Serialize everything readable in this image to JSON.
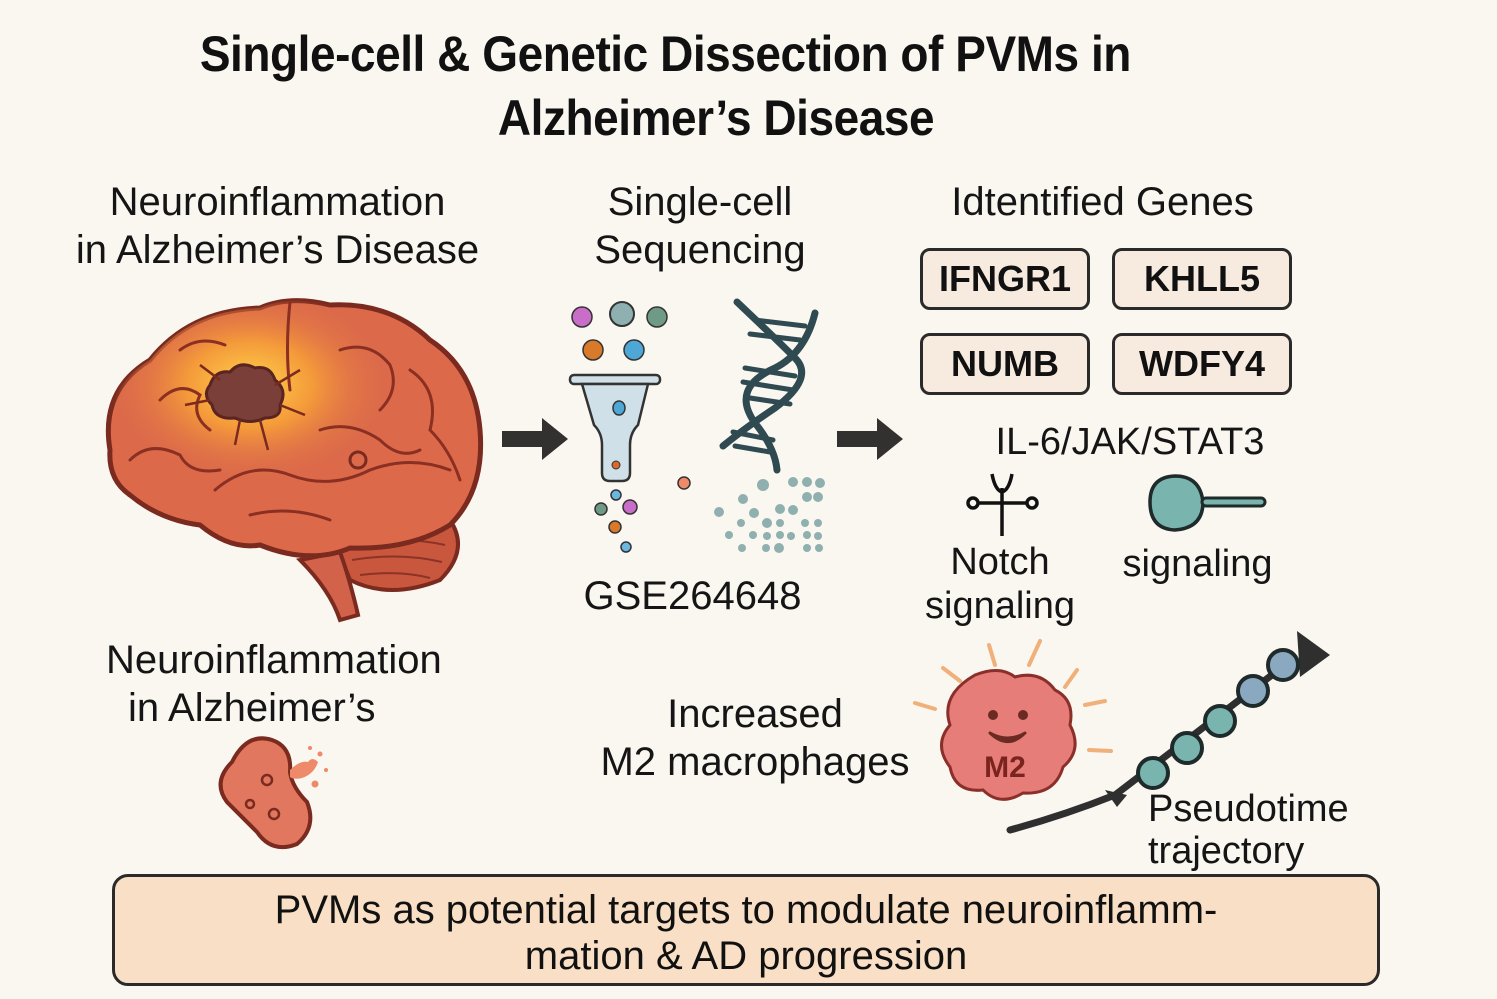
{
  "title": {
    "line1": "Single-cell & Genetic Dissection of PVMs in",
    "line2": "Alzheimer’s Disease"
  },
  "sections": {
    "neuro_top": {
      "line1": "Neuroinflammation",
      "line2": "in Alzheimer’s Disease",
      "icon": "brain-icon"
    },
    "sequencing": {
      "line1": "Single-cell",
      "line2": "Sequencing",
      "dataset_id": "GSE264648",
      "icons": [
        "cells-funnel-icon",
        "dna-helix-icon",
        "cluster-dots-icon"
      ]
    },
    "genes": {
      "heading": "Idtentified Genes",
      "items": [
        "IFNGR1",
        "KHLL5",
        "NUMB",
        "WDFY4"
      ]
    },
    "pathways": {
      "il6_label": "IL-6/JAK/STAT3",
      "notch_line1": "Notch",
      "notch_line2": "signaling",
      "il6_signaling": "signaling",
      "icons": [
        "notch-receptor-icon",
        "stat3-signaling-icon"
      ]
    },
    "neuro_bottom": {
      "line1": "Neuroinflammation",
      "line2": "in Alzheimer’s",
      "icon": "inflamed-cell-icon"
    },
    "macrophage": {
      "line1": "Increased",
      "line2": "M2 macrophages",
      "badge": "M2",
      "icon": "m2-macrophage-icon"
    },
    "trajectory": {
      "line1": "Pseudotime",
      "line2": "trajectory",
      "icon": "pseudotime-trajectory-icon"
    }
  },
  "conclusion": {
    "line1": "PVMs as potential targets to modulate neuroinflamm-",
    "line2": "mation & AD progression"
  },
  "colors": {
    "background": "#faf6f0",
    "brain": "#d9694a",
    "brain_outline": "#7a2a1e",
    "lesion": "#7b3f3a",
    "teal": "#7fb5ae",
    "blue_gray": "#8aa8c0",
    "conclusion_fill": "#f8dfc5",
    "macrophage": "#e77d78",
    "arrow": "#333030"
  }
}
